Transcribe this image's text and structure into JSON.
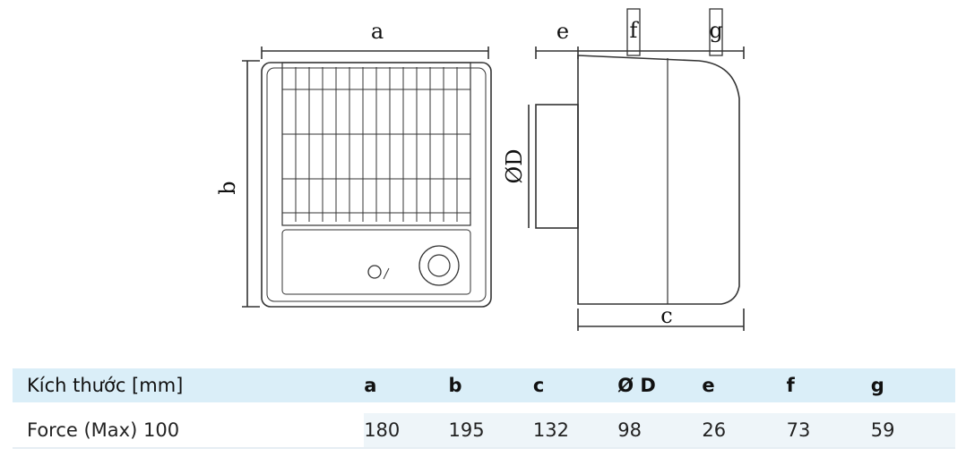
{
  "drawing": {
    "front_labels": {
      "a": "a",
      "b": "b"
    },
    "side_labels": {
      "e": "e",
      "f": "f",
      "g": "g",
      "diameter": "ØD",
      "c": "c"
    }
  },
  "table": {
    "header_label": "Kích thước [mm]",
    "columns": [
      "a",
      "b",
      "c",
      "Ø D",
      "e",
      "f",
      "g"
    ],
    "row": {
      "name": "Force (Max) 100",
      "values": [
        "180",
        "195",
        "132",
        "98",
        "26",
        "73",
        "59"
      ]
    }
  }
}
